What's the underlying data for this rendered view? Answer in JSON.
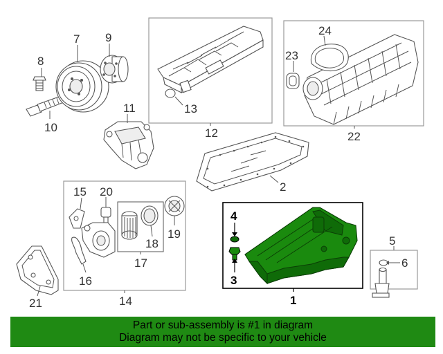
{
  "callouts": {
    "c1": "1",
    "c2": "2",
    "c3": "3",
    "c4": "4",
    "c5": "5",
    "c6": "6",
    "c7": "7",
    "c8": "8",
    "c9": "9",
    "c10": "10",
    "c11": "11",
    "c12": "12",
    "c13": "13",
    "c14": "14",
    "c15": "15",
    "c16": "16",
    "c17": "17",
    "c18": "18",
    "c19": "19",
    "c20": "20",
    "c21": "21",
    "c22": "22",
    "c23": "23",
    "c24": "24"
  },
  "highlight_color": "#1f8a13",
  "banner": {
    "line1": "Part or sub-assembly is #1 in diagram",
    "line2": "Diagram may not be specific to your vehicle"
  }
}
